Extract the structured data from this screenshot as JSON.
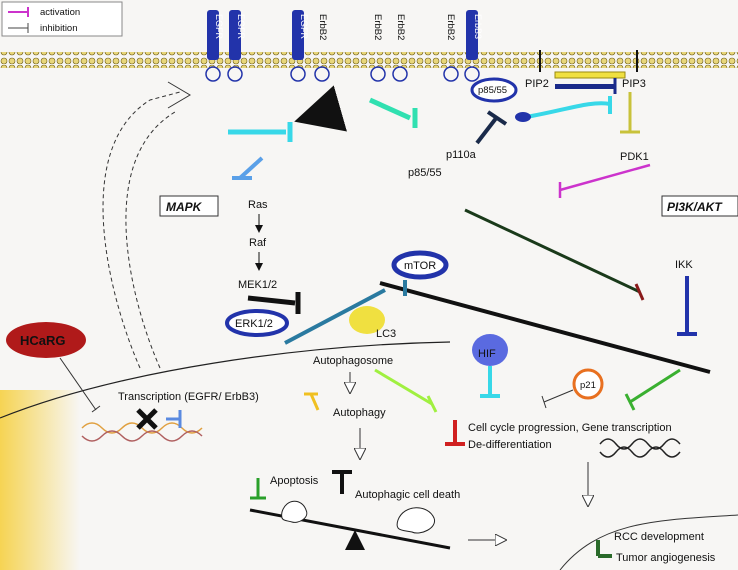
{
  "legend": {
    "activation": "activation",
    "inhibition": "inhibition"
  },
  "receptors": [
    "EGFR",
    "EGFR",
    "EGFR",
    "ErbB2",
    "ErbB2",
    "ErbB2",
    "ErbB2",
    "ErbB3"
  ],
  "pathways": {
    "mapk": "MAPK",
    "pi3k": "PI3K/AKT"
  },
  "mapk_cascade": {
    "ras": "Ras",
    "raf": "Raf",
    "mek": "MEK1/2",
    "erk": "ERK1/2"
  },
  "pi3k_nodes": {
    "p85_55_bound": "p85/55",
    "p110a": "p110a",
    "p85_55": "p85/55",
    "pip2": "PIP2",
    "pip3": "PIP3",
    "pdk1": "PDK1"
  },
  "nodes": {
    "mtor": "mTOR",
    "lc3": "LC3",
    "hif": "HIF",
    "ikk": "IKK",
    "p21": "p21",
    "hcarg": "HCaRG"
  },
  "processes": {
    "autophagosome": "Autophagosome",
    "autophagy": "Autophagy",
    "apoptosis": "Apoptosis",
    "autophagic_death": "Autophagic cell death",
    "transcription": "Transcription (EGFR/ ErbB3)",
    "cell_cycle": "Cell cycle progression, Gene transcription",
    "dediff": "De-differentiation",
    "rcc": "RCC development",
    "angio": "Tumor angiogenesis"
  },
  "colors": {
    "activation": "#cc33cc",
    "inhibition": "#2a2a2a",
    "receptor": "#2233aa",
    "hcarg": "#b01a1a",
    "membrane": "#e8d67a"
  }
}
